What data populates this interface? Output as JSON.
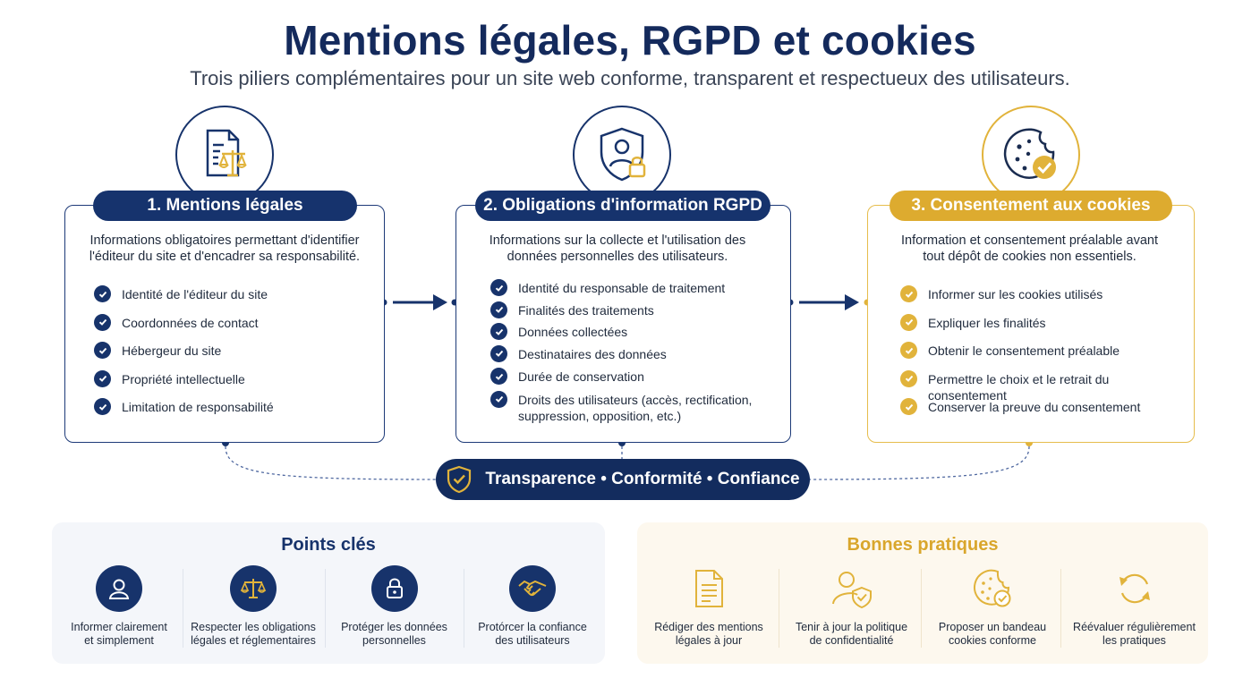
{
  "header": {
    "title": "Mentions légales, RGPD et cookies",
    "subtitle": "Trois piliers complémentaires pour un site web conforme, transparent et respectueux des utilisateurs."
  },
  "colors": {
    "navy": "#17336b",
    "gold": "#e1b33b",
    "text": "#1f2a3c"
  },
  "pillars": [
    {
      "icon": "legal-document-scales-icon",
      "title": "1. Mentions légales",
      "description": "Informations obligatoires permettant d'identifier l'éditeur du site et d'encadrer sa responsabilité.",
      "items": [
        "Identité de l'éditeur du site",
        "Coordonnées de contact",
        "Hébergeur du site",
        "Propriété intellectuelle",
        "Limitation de responsabilité"
      ]
    },
    {
      "icon": "user-shield-lock-icon",
      "title": "2. Obligations d'information RGPD",
      "description": "Informations sur la collecte et l'utilisation des données personnelles des utilisateurs.",
      "items": [
        "Identité du responsable de traitement",
        "Finalités des traitements",
        "Données collectées",
        "Destinataires des données",
        "Durée de conservation",
        "Droits des utilisateurs (accès, rectification, suppression, opposition, etc.)"
      ]
    },
    {
      "icon": "cookie-check-icon",
      "title": "3. Consentement aux cookies",
      "description": "Information et consentement préalable avant tout dépôt de cookies non essentiels.",
      "items": [
        "Informer sur les cookies utilisés",
        "Expliquer les finalités",
        "Obtenir le consentement préalable",
        "Permettre le choix et le retrait du consentement",
        "Conserver la preuve du consentement"
      ]
    }
  ],
  "banner": {
    "text": "Transparence • Conformité • Confiance"
  },
  "key_points": {
    "title": "Points clés",
    "items": [
      {
        "icon": "user-icon",
        "label": "Informer clairement\net simplement"
      },
      {
        "icon": "scales-icon",
        "label": "Respecter les obligations\nlégales et réglementaires"
      },
      {
        "icon": "lock-icon",
        "label": "Protéger les données\npersonnelles"
      },
      {
        "icon": "handshake-icon",
        "label": "Protórcer la confiance\ndes utilisateurs"
      }
    ]
  },
  "best_practices": {
    "title": "Bonnes pratiques",
    "items": [
      {
        "icon": "document-icon",
        "label": "Rédiger des mentions\nlégales à jour"
      },
      {
        "icon": "user-shield-icon",
        "label": "Tenir à jour la politique\nde confidentialité"
      },
      {
        "icon": "cookie-check-icon",
        "label": "Proposer un bandeau\ncookies conforme"
      },
      {
        "icon": "refresh-icon",
        "label": "Réévaluer régulièrement\nles pratiques"
      }
    ]
  }
}
